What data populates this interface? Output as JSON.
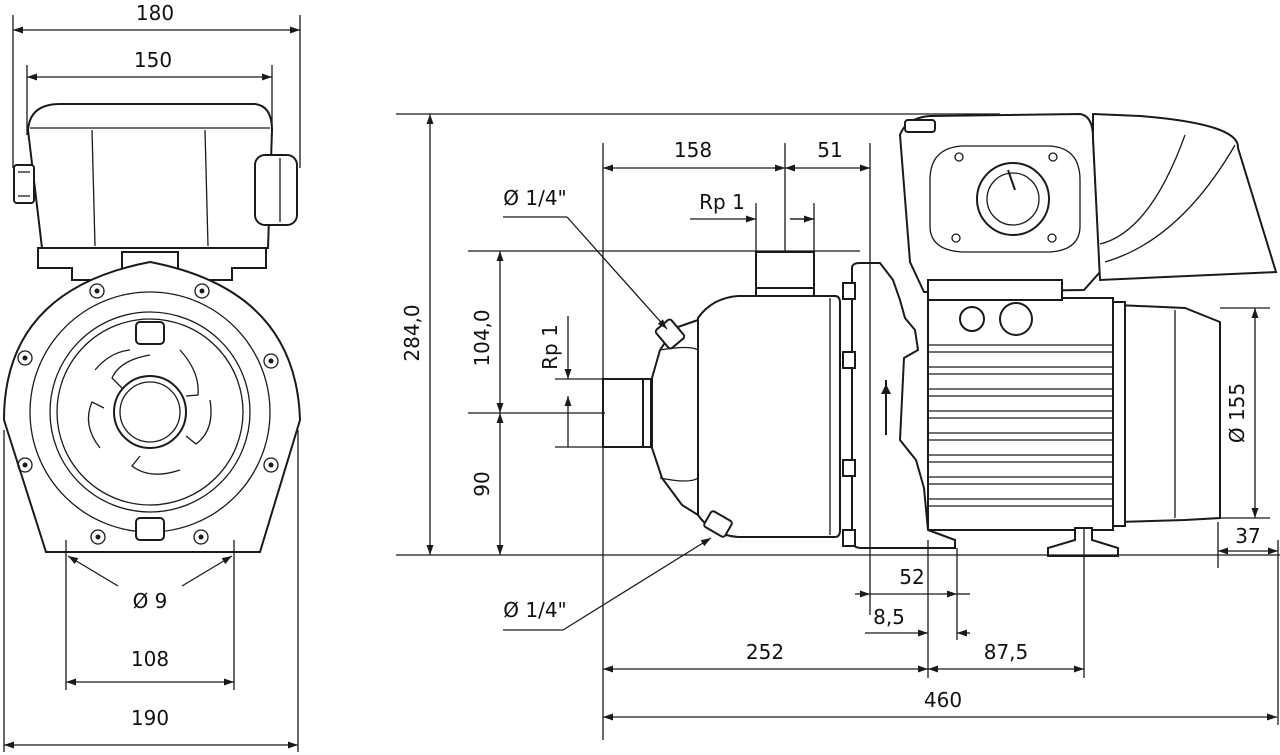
{
  "front_view": {
    "dims": {
      "width_top": "180",
      "width_box": "150",
      "hole": "Ø 9",
      "feet": "108",
      "base": "190"
    }
  },
  "side_view": {
    "dims": {
      "height_total": "284,0",
      "height_outlet": "104,0",
      "height_axis": "90",
      "inlet_thread": "Rp 1",
      "outlet_thread": "Rp 1",
      "outlet_from_inlet": "158",
      "outlet_to_flange": "51",
      "vent_plug": "Ø 1/4\"",
      "drain_plug": "Ø 1/4\"",
      "foot_width": "52",
      "foot_offset": "8,5",
      "inlet_to_foot": "252",
      "foot_spacing": "87,5",
      "length_total": "460",
      "motor_diameter": "Ø 155",
      "motor_overhang": "37"
    }
  }
}
